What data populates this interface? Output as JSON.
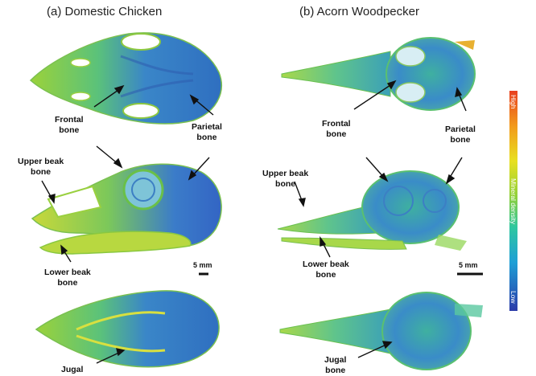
{
  "panels": {
    "a": {
      "title": "(a) Domestic Chicken"
    },
    "b": {
      "title": "(b) Acorn Woodpecker"
    }
  },
  "labels": {
    "a_frontal": [
      "Frontal",
      "bone"
    ],
    "a_parietal": [
      "Parietal",
      "bone"
    ],
    "a_upper_beak": [
      "Upper beak",
      "bone"
    ],
    "a_lower_beak": [
      "Lower beak",
      "bone"
    ],
    "a_jugal": [
      "Jugal"
    ],
    "b_frontal": [
      "Frontal",
      "bone"
    ],
    "b_parietal": [
      "Parietal",
      "bone"
    ],
    "b_upper_beak": [
      "Upper beak",
      "bone"
    ],
    "b_lower_beak": [
      "Lower beak",
      "bone"
    ],
    "b_jugal": [
      "Jugal",
      "bone"
    ]
  },
  "scale_bars": {
    "a": "5 mm",
    "b": "5 mm"
  },
  "colorbar": {
    "high": "High",
    "title": "Mineral density",
    "low": "Low",
    "colors": [
      "#e8401f",
      "#f29a1c",
      "#e8e020",
      "#8fd03a",
      "#2fc7a0",
      "#1e9fd6",
      "#2b3aa8"
    ]
  }
}
